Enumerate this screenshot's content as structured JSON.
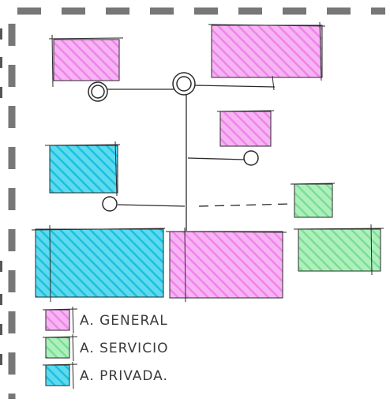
{
  "colors": {
    "general": "#f59cf0",
    "servicio": "#8ee6a4",
    "privada": "#22cbe6",
    "ink": "#2a2a2a",
    "dash_frame": "#777777"
  },
  "legend": [
    {
      "key": "general",
      "label": "A. GENERAL"
    },
    {
      "key": "servicio",
      "label": "A. SERVICIO"
    },
    {
      "key": "privada",
      "label": "A. PRIVADA."
    }
  ]
}
